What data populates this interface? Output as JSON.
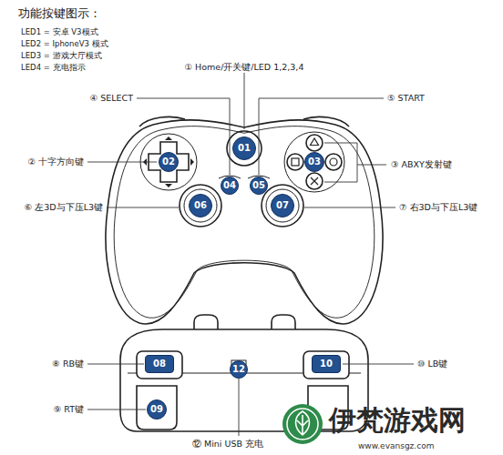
{
  "diagram": {
    "title": "功能按键图示：",
    "nodes": [
      {
        "text": [
          "01"
        ]
      },
      {
        "text": [
          "02"
        ]
      },
      {
        "text": [
          "03"
        ]
      },
      {
        "text": [
          "04"
        ]
      },
      {
        "text": [
          "05"
        ]
      },
      {
        "text": [
          "06"
        ]
      },
      {
        "text": [
          "07"
        ]
      },
      {
        "text": [
          "08"
        ]
      },
      {
        "text": [
          "12"
        ]
      },
      {
        "text": [
          "10"
        ]
      },
      {
        "text": [
          "09"
        ]
      }
    ],
    "labels": [
      "LED1 = 安卓 V3模式",
      "LED2 = IphoneV3 模式",
      "LED3 = 游戏大厅模式",
      "LED4 = 充电指示",
      "① Home/开关键/LED 1,2,3,4",
      "④ SELECT",
      "⑤ START",
      "② 十字方向键",
      "③ ABXY发射键",
      "⑥ 左3D与下压L3键",
      "⑦ 右3D与下压L3键",
      "⑧ RB键",
      "⑩ LB键",
      "⑨ RT键",
      "⑫ Mini USB 充电",
      "伊梵游戏网",
      "www.evansgz.com"
    ]
  }
}
